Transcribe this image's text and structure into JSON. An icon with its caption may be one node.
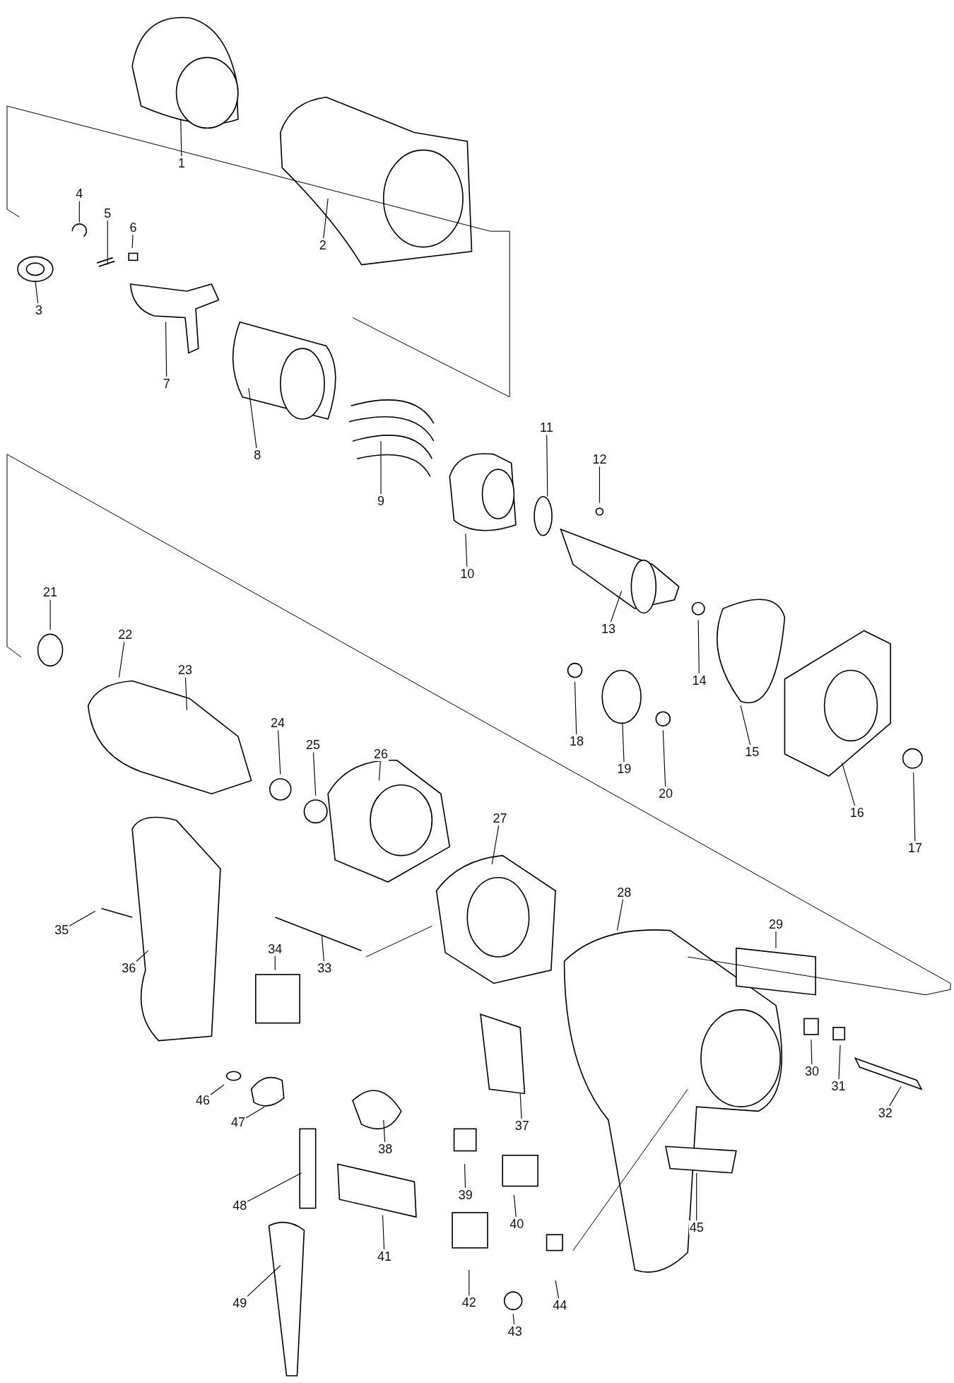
{
  "diagram": {
    "nodes": [
      {
        "text": [
          "1"
        ]
      },
      {
        "text": [
          "2"
        ]
      },
      {
        "text": [
          "3"
        ]
      },
      {
        "text": [
          "4"
        ]
      },
      {
        "text": [
          "5"
        ]
      },
      {
        "text": [
          "6"
        ]
      },
      {
        "text": [
          "7"
        ]
      },
      {
        "text": [
          "8"
        ]
      },
      {
        "text": [
          "9"
        ]
      },
      {
        "text": [
          "10"
        ]
      },
      {
        "text": [
          "11"
        ]
      },
      {
        "text": [
          "12"
        ]
      },
      {
        "text": [
          "13"
        ]
      },
      {
        "text": [
          "14"
        ]
      },
      {
        "text": [
          "15"
        ]
      },
      {
        "text": [
          "16"
        ]
      },
      {
        "text": [
          "17"
        ]
      },
      {
        "text": [
          "18"
        ]
      },
      {
        "text": [
          "19"
        ]
      },
      {
        "text": [
          "20"
        ]
      },
      {
        "text": [
          "21"
        ]
      },
      {
        "text": [
          "22"
        ]
      },
      {
        "text": [
          "23"
        ]
      },
      {
        "text": [
          "24"
        ]
      },
      {
        "text": [
          "25"
        ]
      },
      {
        "text": [
          "26"
        ]
      },
      {
        "text": [
          "27"
        ]
      },
      {
        "text": [
          "28"
        ]
      },
      {
        "text": [
          "29"
        ]
      },
      {
        "text": [
          "30"
        ]
      },
      {
        "text": [
          "31"
        ]
      },
      {
        "text": [
          "32"
        ]
      },
      {
        "text": [
          "33"
        ]
      },
      {
        "text": [
          "34"
        ]
      },
      {
        "text": [
          "35"
        ]
      },
      {
        "text": [
          "36"
        ]
      },
      {
        "text": [
          "37"
        ]
      },
      {
        "text": [
          "38"
        ]
      },
      {
        "text": [
          "39"
        ]
      },
      {
        "text": [
          "40"
        ]
      },
      {
        "text": [
          "41"
        ]
      },
      {
        "text": [
          "42"
        ]
      },
      {
        "text": [
          "43"
        ]
      },
      {
        "text": [
          "44"
        ]
      },
      {
        "text": [
          "45"
        ]
      },
      {
        "text": [
          "46"
        ]
      },
      {
        "text": [
          "47"
        ]
      },
      {
        "text": [
          "48"
        ]
      },
      {
        "text": [
          "49"
        ]
      }
    ],
    "edges": [
      {
        "from": 0,
        "to": null,
        "arrow": "none"
      },
      {
        "from": 1,
        "to": null,
        "arrow": "none"
      },
      {
        "from": 2,
        "to": null,
        "arrow": "none"
      },
      {
        "from": 3,
        "to": null,
        "arrow": "none"
      },
      {
        "from": 4,
        "to": null,
        "arrow": "none"
      },
      {
        "from": 5,
        "to": null,
        "arrow": "none"
      },
      {
        "from": 6,
        "to": null,
        "arrow": "none"
      },
      {
        "from": 7,
        "to": null,
        "arrow": "none"
      },
      {
        "from": 8,
        "to": null,
        "arrow": "none"
      },
      {
        "from": 9,
        "to": null,
        "arrow": "none"
      },
      {
        "from": 10,
        "to": null,
        "arrow": "none"
      },
      {
        "from": 11,
        "to": null,
        "arrow": "none"
      },
      {
        "from": 12,
        "to": null,
        "arrow": "none"
      },
      {
        "from": 13,
        "to": null,
        "arrow": "none"
      },
      {
        "from": 14,
        "to": null,
        "arrow": "none"
      },
      {
        "from": 15,
        "to": null,
        "arrow": "none"
      },
      {
        "from": 16,
        "to": null,
        "arrow": "none"
      },
      {
        "from": 17,
        "to": null,
        "arrow": "none"
      },
      {
        "from": 18,
        "to": null,
        "arrow": "none"
      },
      {
        "from": 19,
        "to": null,
        "arrow": "none"
      },
      {
        "from": 20,
        "to": null,
        "arrow": "none"
      },
      {
        "from": 21,
        "to": null,
        "arrow": "none"
      },
      {
        "from": 22,
        "to": null,
        "arrow": "none"
      },
      {
        "from": 23,
        "to": null,
        "arrow": "none"
      },
      {
        "from": 24,
        "to": null,
        "arrow": "none"
      },
      {
        "from": 25,
        "to": null,
        "arrow": "none"
      },
      {
        "from": 26,
        "to": null,
        "arrow": "none"
      },
      {
        "from": 27,
        "to": null,
        "arrow": "none"
      },
      {
        "from": 28,
        "to": null,
        "arrow": "none"
      },
      {
        "from": 29,
        "to": null,
        "arrow": "none"
      },
      {
        "from": 30,
        "to": null,
        "arrow": "none"
      },
      {
        "from": 31,
        "to": null,
        "arrow": "none"
      },
      {
        "from": 32,
        "to": null,
        "arrow": "none"
      },
      {
        "from": 33,
        "to": null,
        "arrow": "none"
      },
      {
        "from": 34,
        "to": null,
        "arrow": "none"
      },
      {
        "from": 35,
        "to": null,
        "arrow": "none"
      },
      {
        "from": 36,
        "to": null,
        "arrow": "none"
      },
      {
        "from": 37,
        "to": null,
        "arrow": "none"
      },
      {
        "from": 38,
        "to": null,
        "arrow": "none"
      },
      {
        "from": 39,
        "to": null,
        "arrow": "none"
      },
      {
        "from": 40,
        "to": null,
        "arrow": "none"
      },
      {
        "from": 41,
        "to": null,
        "arrow": "none"
      },
      {
        "from": 42,
        "to": null,
        "arrow": "none"
      },
      {
        "from": 43,
        "to": null,
        "arrow": "none"
      },
      {
        "from": 44,
        "to": null,
        "arrow": "none"
      },
      {
        "from": 45,
        "to": null,
        "arrow": "none"
      },
      {
        "from": 46,
        "to": null,
        "arrow": "none"
      },
      {
        "from": 47,
        "to": null,
        "arrow": "none"
      },
      {
        "from": 48,
        "to": null,
        "arrow": "none"
      }
    ]
  }
}
